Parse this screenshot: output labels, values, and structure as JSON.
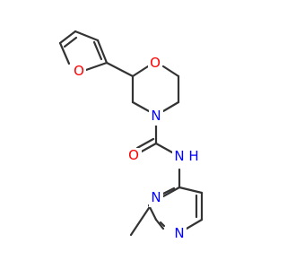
{
  "molecule": {
    "atoms": {
      "o_furan": {
        "symbol": "O",
        "color": "#ff0000"
      },
      "o_morph": {
        "symbol": "O",
        "color": "#ff0000"
      },
      "n_morph": {
        "symbol": "N",
        "color": "#0000ff"
      },
      "o_carbonyl": {
        "symbol": "O",
        "color": "#ff0000"
      },
      "n_amide": {
        "symbol": "N",
        "color": "#0000ff"
      },
      "h_amide": {
        "symbol": "H",
        "color": "#0000ff"
      },
      "n_pyr3": {
        "symbol": "N",
        "color": "#0000ff"
      },
      "n_pyr1": {
        "symbol": "N",
        "color": "#0000ff"
      }
    },
    "bond_color": "#333333"
  }
}
